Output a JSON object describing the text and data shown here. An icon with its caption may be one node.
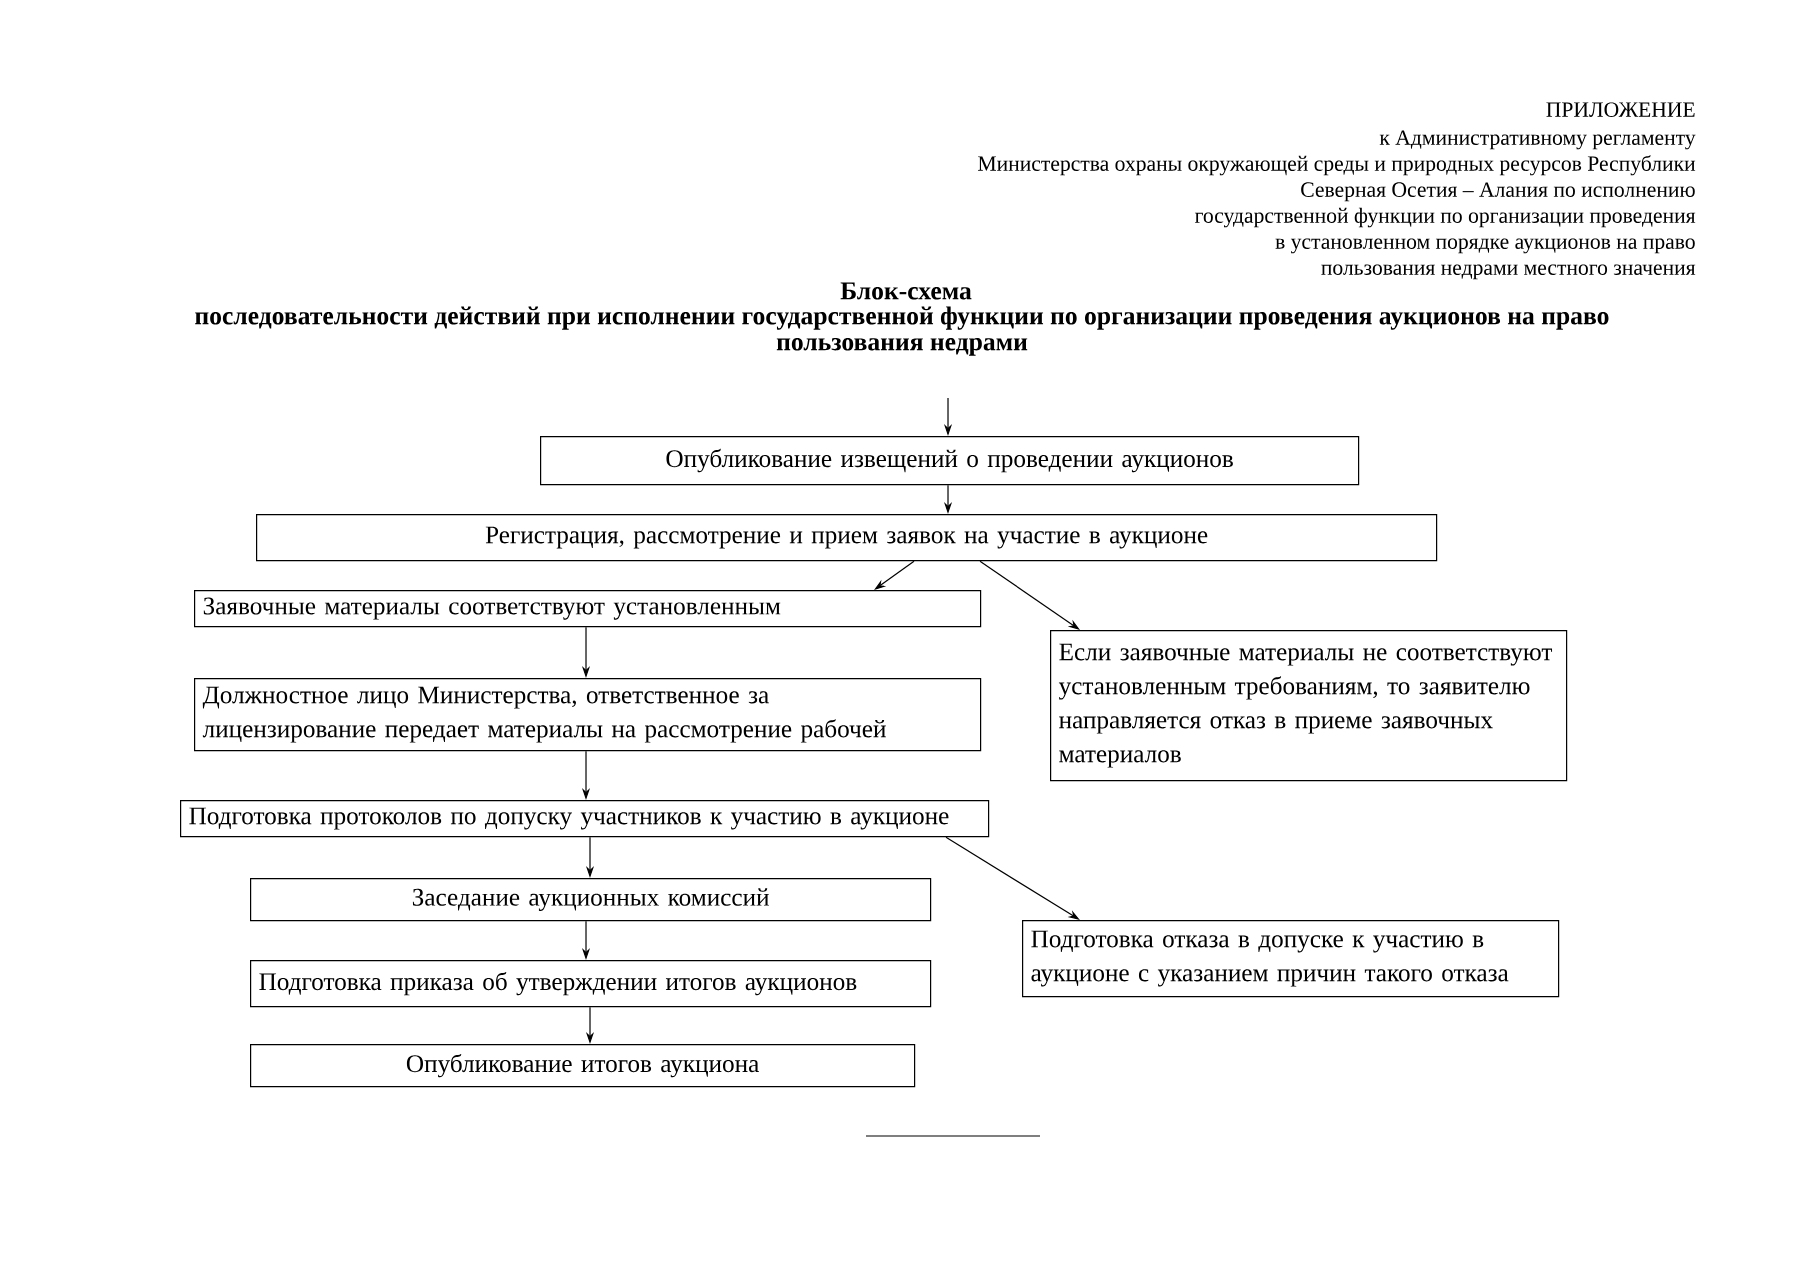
{
  "diagram": {
    "title": "Блок-схема",
    "nodes": [
      {
        "text": [
          "Опубликование извещений о проведении аукционов"
        ]
      },
      {
        "text": [
          "Регистрация, рассмотрение и прием заявок на участие в аукционе"
        ]
      },
      {
        "text": [
          "Заявочные материалы соответствуют установленным"
        ]
      },
      {
        "text": [
          "Если заявочные материалы не соответствуют установленным требованиям, то заявителю направляется отказ в приеме заявочных материалов"
        ]
      },
      {
        "text": [
          "Должностное лицо Министерства, ответственное за лицензирование передает материалы на рассмотрение рабочей"
        ]
      },
      {
        "text": [
          "Подготовка протоколов по допуску участников к участию в аукционе"
        ]
      },
      {
        "text": [
          "Заседание аукционных комиссий"
        ]
      },
      {
        "text": [
          "Подготовка отказа в допуске к участию в аукционе с указанием причин такого отказа"
        ]
      },
      {
        "text": [
          "Подготовка приказа об утверждении итогов аукционов"
        ]
      },
      {
        "text": [
          "Опубликование итогов аукциона"
        ]
      }
    ],
    "edges": [
      {
        "from": null,
        "to": 0,
        "arrow": "to"
      },
      {
        "from": 0,
        "to": 1,
        "arrow": "to"
      },
      {
        "from": 1,
        "to": 2,
        "arrow": "to"
      },
      {
        "from": 1,
        "to": 3,
        "arrow": "to"
      },
      {
        "from": 2,
        "to": 4,
        "arrow": "to"
      },
      {
        "from": 4,
        "to": 5,
        "arrow": "to"
      },
      {
        "from": 5,
        "to": 6,
        "arrow": "to"
      },
      {
        "from": 5,
        "to": 7,
        "arrow": "to"
      },
      {
        "from": 6,
        "to": 8,
        "arrow": "to"
      },
      {
        "from": 8,
        "to": 9,
        "arrow": "to"
      }
    ],
    "labels": [
      "ПРИЛОЖЕНИЕ",
      "к Административному регламенту Министерства охраны окружающей среды и природных ресурсов Республики Северная Осетия – Алания по исполнению государственной функции по организации проведения в установленном порядке аукционов на право пользования недрами местного значения",
      "последовательности действий при исполнении государственной функции по организации проведения аукционов на право пользования недрами"
    ]
  }
}
